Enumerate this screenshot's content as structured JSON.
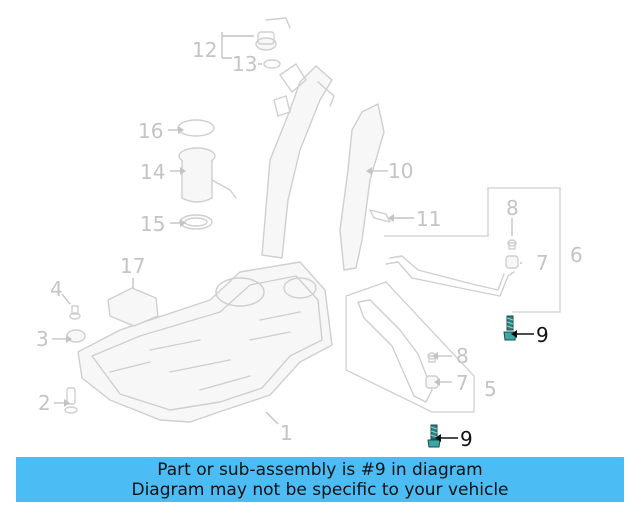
{
  "callouts": {
    "c1": "1",
    "c2": "2",
    "c3": "3",
    "c4": "4",
    "c5": "5",
    "c6": "6",
    "c7a": "7",
    "c7b": "7",
    "c8a": "8",
    "c8b": "8",
    "c9a": "9",
    "c9b": "9",
    "c10": "10",
    "c11": "11",
    "c12": "12",
    "c13": "13",
    "c14": "14",
    "c15": "15",
    "c16": "16",
    "c17": "17"
  },
  "highlight_part": "9",
  "colors": {
    "banner": "#4cbcf4",
    "highlight_part": "#3aa6a6",
    "line_art": "#cfcfcf"
  },
  "banner": {
    "line1": "Part or sub-assembly is #9 in diagram",
    "line2": "Diagram may not be specific to your vehicle"
  }
}
